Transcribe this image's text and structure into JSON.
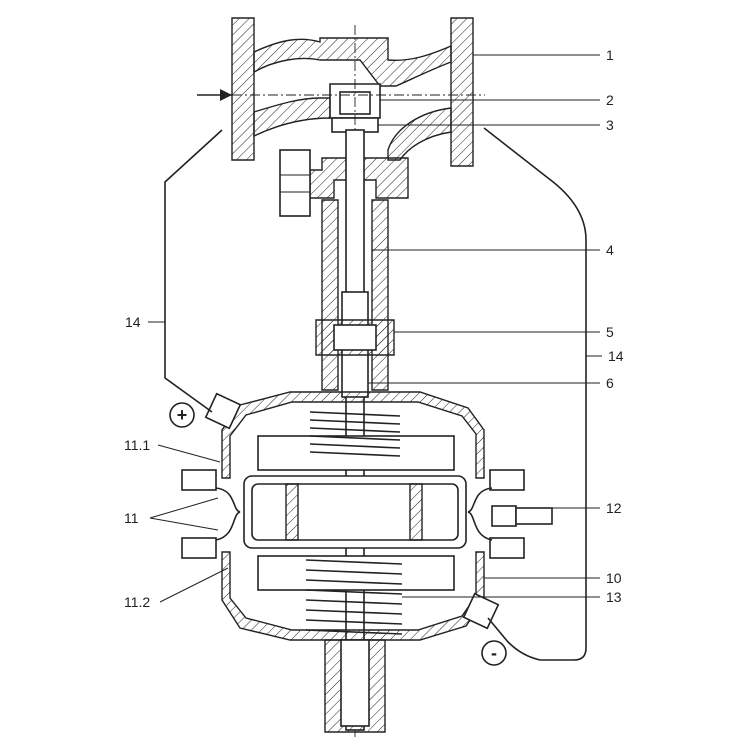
{
  "callouts": {
    "c1": "1",
    "c2": "2",
    "c3": "3",
    "c4": "4",
    "c5": "5",
    "c6": "6",
    "c10": "10",
    "c11": "11",
    "c11_1": "11.1",
    "c11_2": "11.2",
    "c12": "12",
    "c13": "13",
    "c14_left": "14",
    "c14_right": "14"
  },
  "symbols": {
    "plus": "+",
    "minus": "-"
  },
  "colors": {
    "line": "#222222",
    "background": "#ffffff"
  }
}
